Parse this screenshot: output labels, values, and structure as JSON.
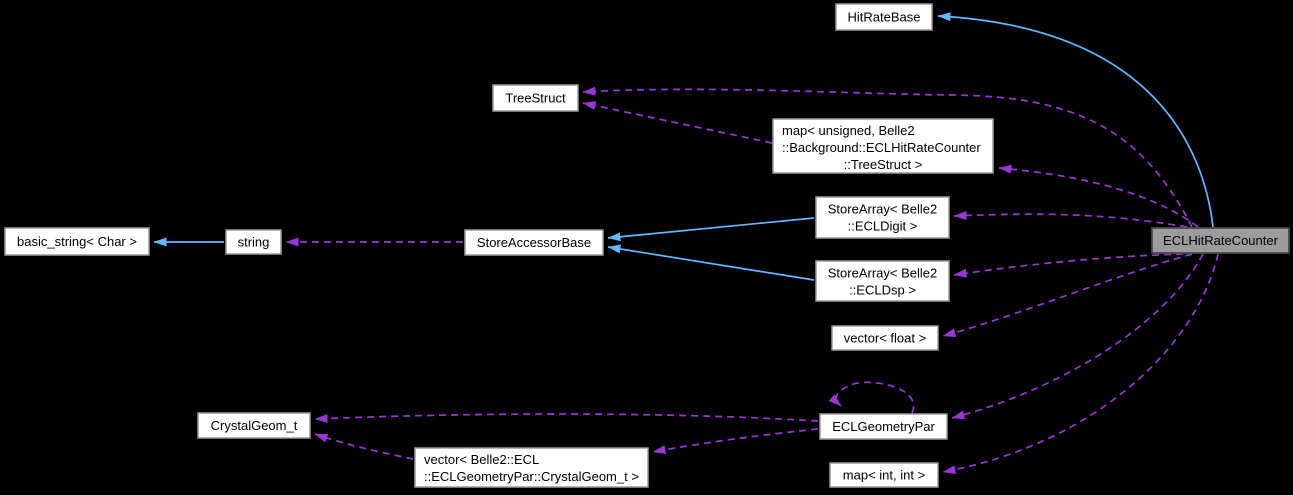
{
  "diagram_type": "collaboration-graph",
  "colors": {
    "background": "#000000",
    "inheritance_edge_blue": "#63b8ff",
    "usage_edge_purple": "#9c35d6",
    "node_fill": "#ffffff",
    "node_border": "#9a9a9a",
    "highlight_node_fill": "#9c9c9c",
    "highlight_node_border": "#4a4a4a",
    "node_text": "#000000"
  },
  "nodes": {
    "hit_rate_base": {
      "label": "HitRateBase"
    },
    "tree_struct": {
      "label": "TreeStruct"
    },
    "map_tree_struct": {
      "lines": [
        "map< unsigned, Belle2",
        "::Background::ECLHitRateCounter",
        "::TreeStruct >"
      ]
    },
    "basic_string": {
      "label": "basic_string< Char >"
    },
    "string": {
      "label": "string"
    },
    "store_accessor_base": {
      "label": "StoreAccessorBase"
    },
    "store_array_ecldigit": {
      "lines": [
        "StoreArray< Belle2",
        "::ECLDigit >"
      ]
    },
    "store_array_ecldsp": {
      "lines": [
        "StoreArray< Belle2",
        "::ECLDsp >"
      ]
    },
    "vector_float": {
      "label": "vector< float >"
    },
    "crystal_geom": {
      "label": "CrystalGeom_t"
    },
    "ecl_geometry_par": {
      "label": "ECLGeometryPar"
    },
    "vector_crystal_geom": {
      "lines": [
        "vector< Belle2::ECL",
        "::ECLGeometryPar::CrystalGeom_t >"
      ]
    },
    "map_int_int": {
      "label": "map< int, int >"
    },
    "ecl_hit_rate_counter": {
      "label": "ECLHitRateCounter"
    }
  },
  "edges": [
    {
      "from": "ECLHitRateCounter",
      "to": "HitRateBase",
      "type": "inheritance"
    },
    {
      "from": "string",
      "to": "basic_string< Char >",
      "type": "inheritance"
    },
    {
      "from": "StoreArray< Belle2::ECLDigit >",
      "to": "StoreAccessorBase",
      "type": "inheritance"
    },
    {
      "from": "StoreArray< Belle2::ECLDsp >",
      "to": "StoreAccessorBase",
      "type": "inheritance"
    },
    {
      "from": "StoreAccessorBase",
      "to": "string",
      "type": "usage"
    },
    {
      "from": "map< unsigned, Belle2::Background::ECLHitRateCounter::TreeStruct >",
      "to": "TreeStruct",
      "type": "usage"
    },
    {
      "from": "ECLHitRateCounter",
      "to": "TreeStruct",
      "type": "usage"
    },
    {
      "from": "ECLHitRateCounter",
      "to": "map< unsigned, Belle2::Background::ECLHitRateCounter::TreeStruct >",
      "type": "usage"
    },
    {
      "from": "ECLHitRateCounter",
      "to": "StoreArray< Belle2::ECLDigit >",
      "type": "usage"
    },
    {
      "from": "ECLHitRateCounter",
      "to": "StoreArray< Belle2::ECLDsp >",
      "type": "usage"
    },
    {
      "from": "ECLHitRateCounter",
      "to": "vector< float >",
      "type": "usage"
    },
    {
      "from": "ECLHitRateCounter",
      "to": "ECLGeometryPar",
      "type": "usage"
    },
    {
      "from": "ECLHitRateCounter",
      "to": "map< int, int >",
      "type": "usage"
    },
    {
      "from": "ECLGeometryPar",
      "to": "ECLGeometryPar",
      "type": "usage-self"
    },
    {
      "from": "ECLGeometryPar",
      "to": "CrystalGeom_t",
      "type": "usage"
    },
    {
      "from": "ECLGeometryPar",
      "to": "vector< Belle2::ECL::ECLGeometryPar::CrystalGeom_t >",
      "type": "usage"
    },
    {
      "from": "vector< Belle2::ECL::ECLGeometryPar::CrystalGeom_t >",
      "to": "CrystalGeom_t",
      "type": "usage"
    }
  ]
}
